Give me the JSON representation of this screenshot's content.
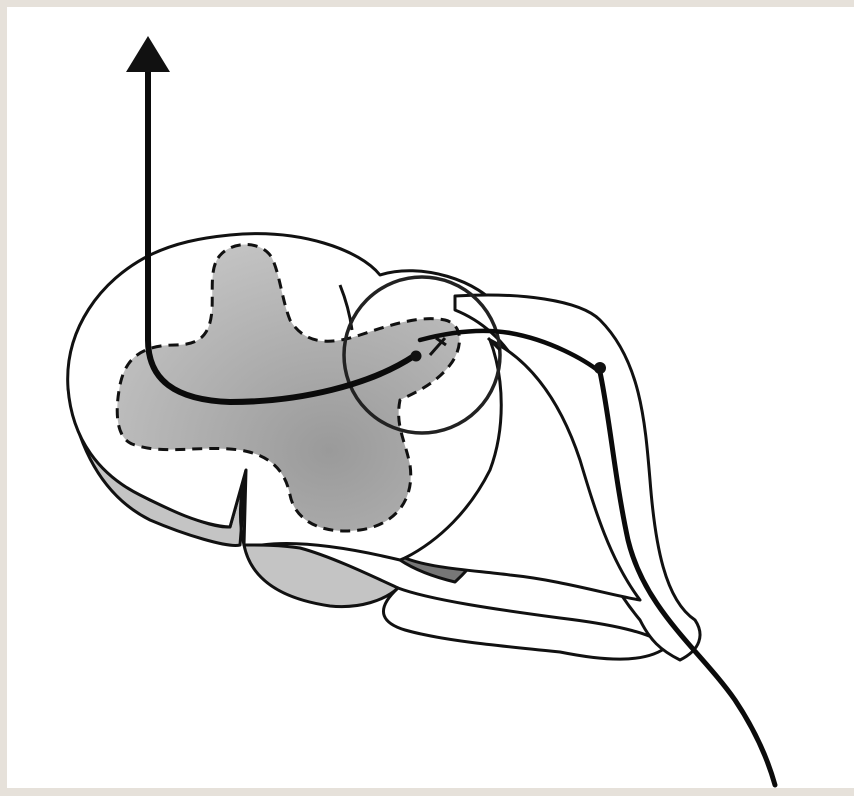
{
  "diagram": {
    "kind": "spinal-cord-cross-section",
    "labels": [],
    "colors": {
      "background": "#ffffff",
      "frame": "#e6e1da",
      "outline": "#111111",
      "white_matter": "#ffffff",
      "gray_matter_light": "#bdbdbd",
      "gray_matter_dark": "#9a9a9a",
      "shadow_gray": "#c4c4c4",
      "shadow_dark": "#777777",
      "pathway": "#0b0b0b"
    },
    "components": [
      "ascending-arrow-icon",
      "white-matter",
      "gray-matter",
      "dorsal-horn-circle",
      "dorsal-root-ganglion",
      "sensory-neuron",
      "synapse-dot",
      "ganglion-cell-body"
    ]
  }
}
